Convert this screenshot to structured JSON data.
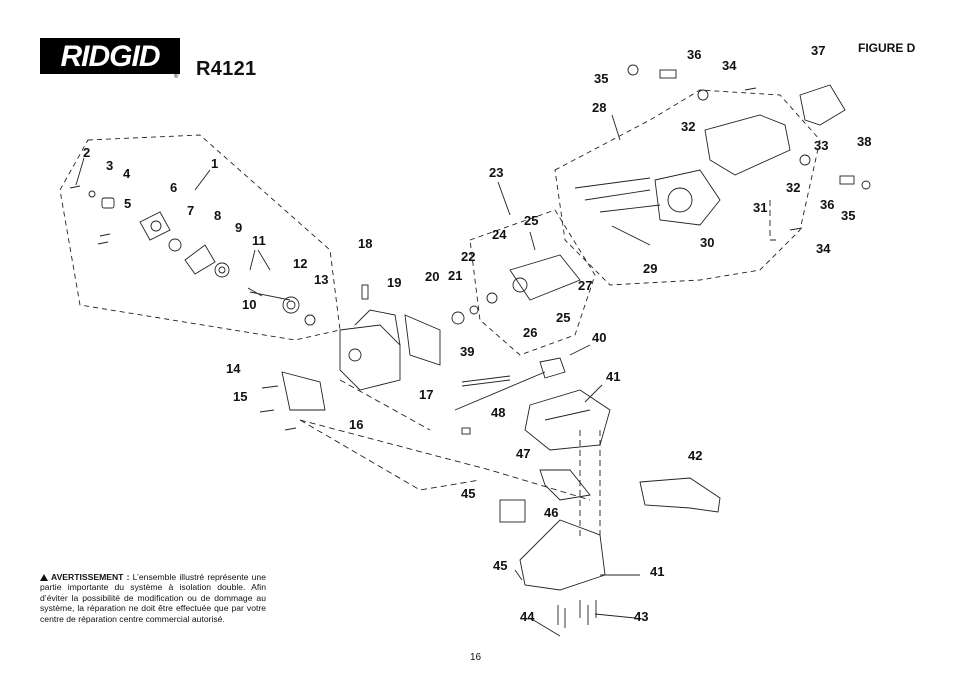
{
  "header": {
    "brand": "RIDGID",
    "model": "R4121",
    "figure": "FIGURE D"
  },
  "callouts": [
    {
      "id": "c1",
      "text": "1"
    },
    {
      "id": "c2",
      "text": "2"
    },
    {
      "id": "c3",
      "text": "3"
    },
    {
      "id": "c4",
      "text": "4"
    },
    {
      "id": "c5",
      "text": "5"
    },
    {
      "id": "c6",
      "text": "6"
    },
    {
      "id": "c7",
      "text": "7"
    },
    {
      "id": "c8",
      "text": "8"
    },
    {
      "id": "c9",
      "text": "9"
    },
    {
      "id": "c10",
      "text": "10"
    },
    {
      "id": "c11",
      "text": "11"
    },
    {
      "id": "c12",
      "text": "12"
    },
    {
      "id": "c13",
      "text": "13"
    },
    {
      "id": "c14",
      "text": "14"
    },
    {
      "id": "c15",
      "text": "15"
    },
    {
      "id": "c16",
      "text": "16"
    },
    {
      "id": "c17",
      "text": "17"
    },
    {
      "id": "c18",
      "text": "18"
    },
    {
      "id": "c19",
      "text": "19"
    },
    {
      "id": "c20",
      "text": "20"
    },
    {
      "id": "c21",
      "text": "21"
    },
    {
      "id": "c22",
      "text": "22"
    },
    {
      "id": "c23",
      "text": "23"
    },
    {
      "id": "c24",
      "text": "24"
    },
    {
      "id": "c25a",
      "text": "25"
    },
    {
      "id": "c25b",
      "text": "25"
    },
    {
      "id": "c26",
      "text": "26"
    },
    {
      "id": "c27",
      "text": "27"
    },
    {
      "id": "c28",
      "text": "28"
    },
    {
      "id": "c29",
      "text": "29"
    },
    {
      "id": "c30",
      "text": "30"
    },
    {
      "id": "c31",
      "text": "31"
    },
    {
      "id": "c32a",
      "text": "32"
    },
    {
      "id": "c32b",
      "text": "32"
    },
    {
      "id": "c33",
      "text": "33"
    },
    {
      "id": "c34a",
      "text": "34"
    },
    {
      "id": "c34b",
      "text": "34"
    },
    {
      "id": "c35a",
      "text": "35"
    },
    {
      "id": "c35b",
      "text": "35"
    },
    {
      "id": "c36a",
      "text": "36"
    },
    {
      "id": "c36b",
      "text": "36"
    },
    {
      "id": "c37",
      "text": "37"
    },
    {
      "id": "c38",
      "text": "38"
    },
    {
      "id": "c39",
      "text": "39"
    },
    {
      "id": "c40",
      "text": "40"
    },
    {
      "id": "c41a",
      "text": "41"
    },
    {
      "id": "c41b",
      "text": "41"
    },
    {
      "id": "c42",
      "text": "42"
    },
    {
      "id": "c43",
      "text": "43"
    },
    {
      "id": "c44",
      "text": "44"
    },
    {
      "id": "c45a",
      "text": "45"
    },
    {
      "id": "c45b",
      "text": "45"
    },
    {
      "id": "c46",
      "text": "46"
    },
    {
      "id": "c47",
      "text": "47"
    },
    {
      "id": "c48",
      "text": "48"
    }
  ],
  "warning": {
    "lead": "AVERTISSEMENT :",
    "text": " L’ensemble illustré représente une partie importante du système à isolation double. Afin d’éviter la possibilité de modification ou de dommage au système, la réparation ne doit être effectuée que par votre centre de réparation centre commercial autorisé."
  },
  "page_number": "16"
}
